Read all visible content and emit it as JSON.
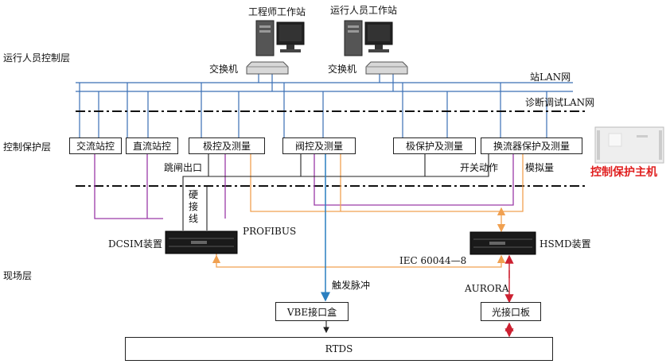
{
  "stations": {
    "engineer": "工程师工作站",
    "operator": "运行人员工作站"
  },
  "switches": {
    "left": "交换机",
    "right": "交换机"
  },
  "layers": {
    "operator_control": "运行人员控制层",
    "control_protection": "控制保护层",
    "field": "现场层"
  },
  "networks": {
    "station_lan": "站LAN网",
    "diag_lan": "诊断调试LAN网"
  },
  "control_boxes": [
    "交流站控",
    "直流站控",
    "极控及测量",
    "阀控及测量",
    "极保护及测量",
    "换流器保护及测量"
  ],
  "host": {
    "label": "控制保护主机",
    "color": "#e02020"
  },
  "signals": {
    "trip_out": "跳闸出口",
    "hardwire": [
      "硬",
      "接",
      "线"
    ],
    "switch_action": "开关动作",
    "analog": "模拟量",
    "profibus": "PROFIBUS",
    "iec": "IEC 60044—8",
    "trigger": "触发脉冲",
    "aurora": "AURORA"
  },
  "devices": {
    "dcsim": "DCSIM装置",
    "hsmd": "HSMD装置",
    "vbe": "VBE接口盒",
    "optical": "光接口板",
    "rtds": "RTDS"
  },
  "colors": {
    "lan": "#3a6fb5",
    "purple": "#9a3aa8",
    "orange": "#f0a050",
    "blue_arrow": "#2a7fc0",
    "red_link": "#cc2030"
  }
}
